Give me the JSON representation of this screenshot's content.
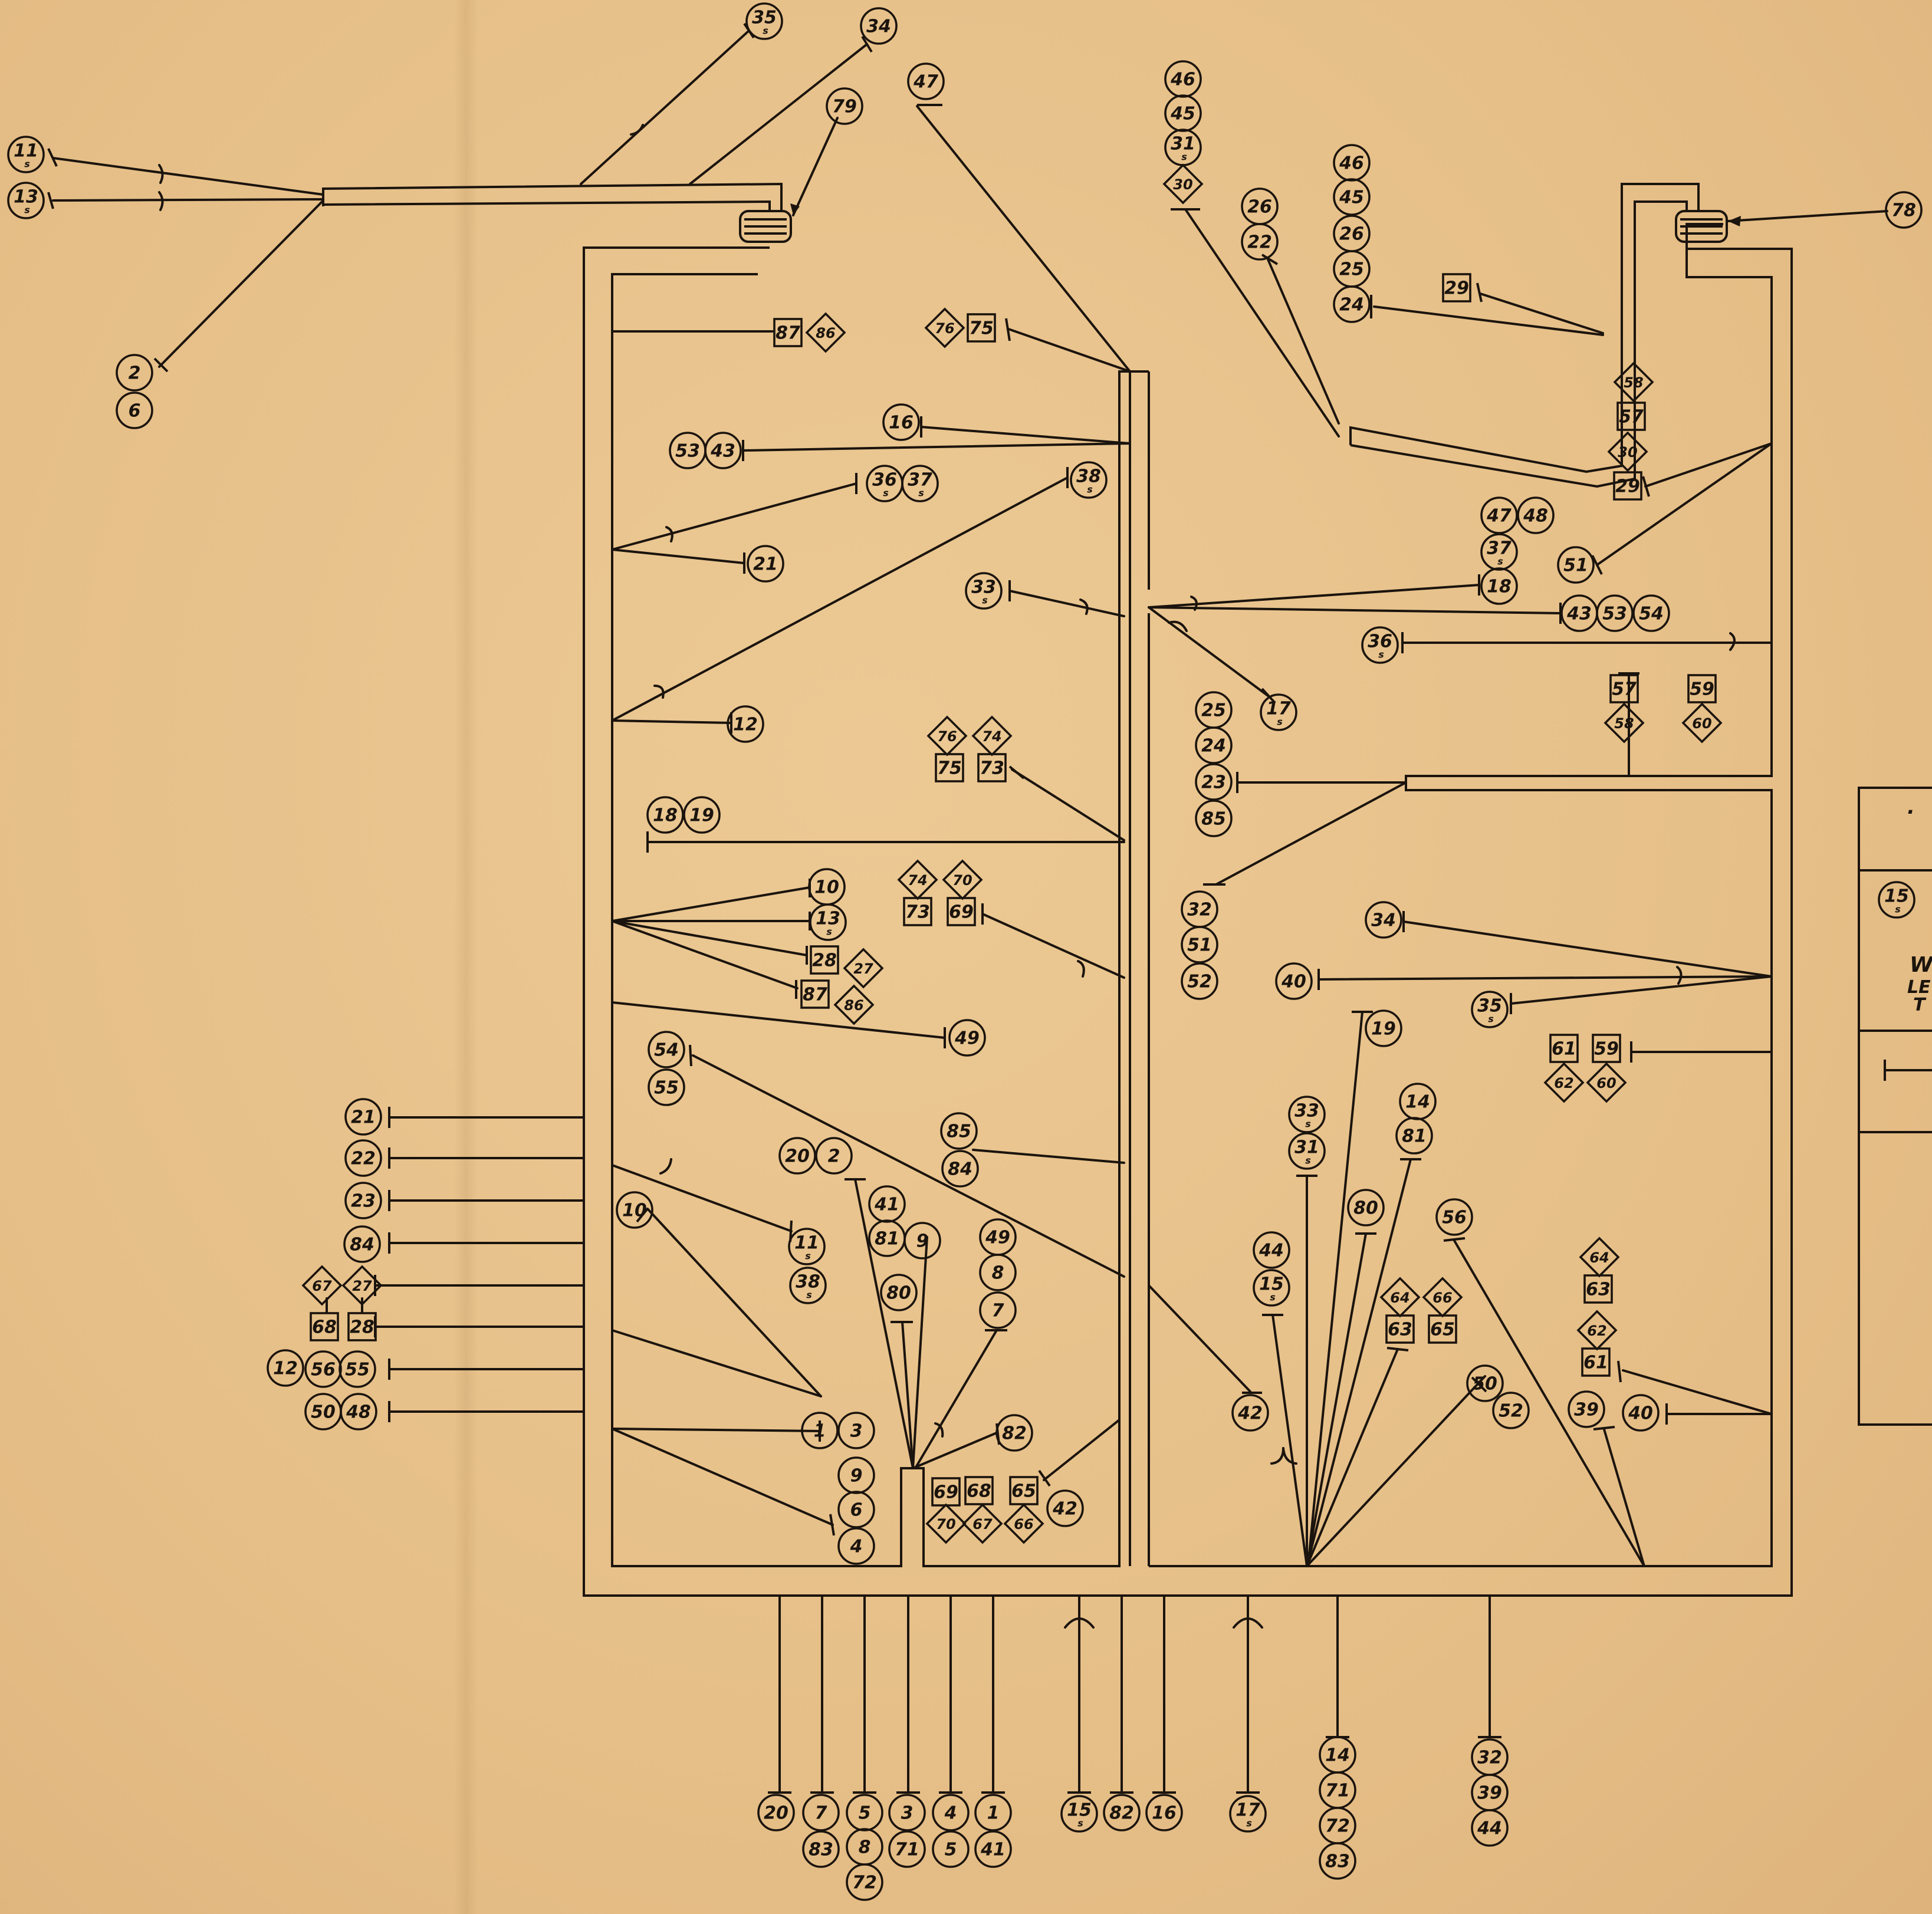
{
  "labels": {
    "w11s": "11",
    "w13s": "13",
    "w2": "2",
    "w6": "6",
    "t35": "35",
    "t34": "34",
    "t79": "79",
    "t47": "47",
    "c87a": "87",
    "d86a": "86",
    "d76a": "76",
    "s75a": "75",
    "c16a": "16",
    "c53a": "53",
    "c43a": "43",
    "c36a": "36",
    "c37a": "37",
    "c38a": "38",
    "c21a": "21",
    "c33a": "33",
    "c12a": "12",
    "d76b": "76",
    "d74b": "74",
    "s75b": "75",
    "s73b": "73",
    "c18a": "18",
    "c19a": "19",
    "c10a": "10",
    "c13a": "13",
    "s28a": "28",
    "d27a": "27",
    "s87b": "87",
    "d86b": "86",
    "d74c": "74",
    "d70c": "70",
    "s73c": "73",
    "s69c": "69",
    "c49a": "49",
    "c54a": "54",
    "c55a": "55",
    "c85a": "85",
    "c84a": "84",
    "c20a": "20",
    "c2a": "2",
    "c10b": "10",
    "c11b": "11",
    "c38b": "38",
    "c41a": "41",
    "c81a": "81",
    "c9a": "9",
    "c80a": "80",
    "c49b": "49",
    "c8a": "8",
    "c7a": "7",
    "c1a": "1",
    "c3a": "3",
    "c82a": "82",
    "c9b": "9",
    "c6b": "6",
    "c4b": "4",
    "s69d": "69",
    "s68d": "68",
    "s65d": "65",
    "d70d": "70",
    "d67d": "67",
    "d66d": "66",
    "c42a": "42",
    "l21": "21",
    "l22": "22",
    "l23": "23",
    "l84": "84",
    "ld67": "67",
    "ld27": "27",
    "ls68": "68",
    "ls28": "28",
    "l12": "12",
    "l56": "56",
    "l55": "55",
    "l50": "50",
    "l48": "48",
    "b20": "20",
    "b7": "7",
    "b83a": "83",
    "b5": "5",
    "b8": "8",
    "b72a": "72",
    "b3": "3",
    "b71a": "71",
    "b4": "4",
    "b5b": "5",
    "b1": "1",
    "b41": "41",
    "b15": "15",
    "b82": "82",
    "b16": "16",
    "b17": "17",
    "b14": "14",
    "b71": "71",
    "b72": "72",
    "b83": "83",
    "b32": "32",
    "b39": "39",
    "b44": "44",
    "r46a": "46",
    "r45a": "45",
    "r31a": "31",
    "rd30a": "30",
    "r26a": "26",
    "r22a": "22",
    "r46b": "46",
    "r45b": "45",
    "r26b": "26",
    "r25b": "25",
    "r24b": "24",
    "rs29a": "29",
    "r78": "78",
    "rd58a": "58",
    "rs57a": "57",
    "rd30b": "30",
    "rs29b": "29",
    "r47": "47",
    "r48": "48",
    "r37": "37",
    "r18": "18",
    "r51": "51",
    "r43": "43",
    "r53": "53",
    "r54": "54",
    "r36": "36",
    "rs57b": "57",
    "rs59b": "59",
    "rd58b": "58",
    "rd60b": "60",
    "r17": "17",
    "r25c": "25",
    "r24c": "24",
    "r23c": "23",
    "r85c": "85",
    "r32": "32",
    "r51b": "51",
    "r52": "52",
    "r34": "34",
    "r40": "40",
    "r35": "35",
    "r19": "19",
    "rs61": "61",
    "rs59": "59",
    "rd62": "62",
    "rd60": "60",
    "r33": "33",
    "r31": "31",
    "r14": "14",
    "r81": "81",
    "r80": "80",
    "r56": "56",
    "r44": "44",
    "r15": "15",
    "rd64a": "64",
    "rd66a": "66",
    "rs63a": "63",
    "rs65a": "65",
    "rd64b": "64",
    "rs63b": "63",
    "rd62b": "62",
    "rs61b": "61",
    "r42": "42",
    "r50": "50",
    "r52b": "52",
    "r39": "39",
    "r40b": "40",
    "lg15": "15"
  },
  "subscript": "s",
  "legend_partial": {
    "line1": "W",
    "line2": "LE",
    "line3": "T"
  }
}
